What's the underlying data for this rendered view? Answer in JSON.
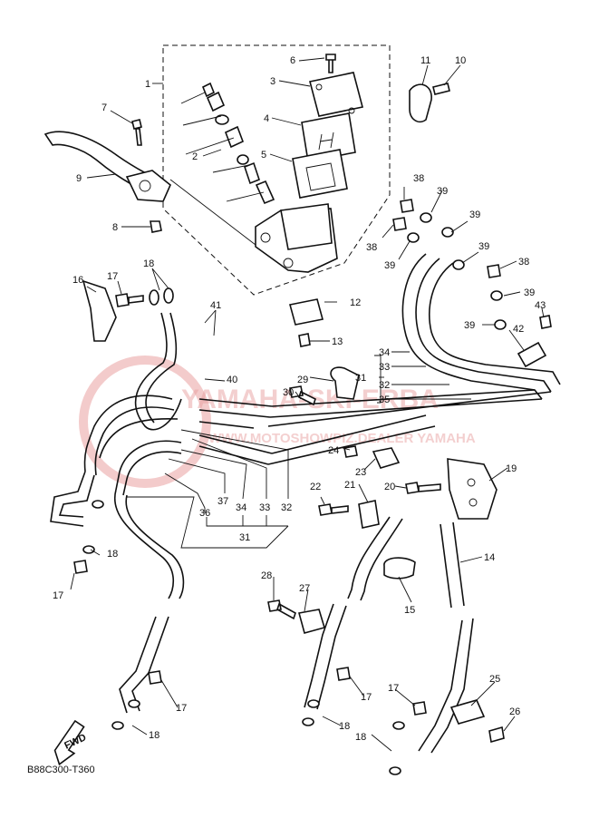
{
  "diagram": {
    "part_code": "B88C300-T360",
    "fwd_label": "FWD",
    "watermark": {
      "line1": "YAMAHA-SKI-ERBA",
      "line2": "WWW.MOTOSHOWPIZ.DEALER YAMAHA",
      "color": "#d93030"
    },
    "callouts": {
      "c1": "1",
      "c2": "2",
      "c3": "3",
      "c4": "4",
      "c5": "5",
      "c6": "6",
      "c7": "7",
      "c8": "8",
      "c9": "9",
      "c10": "10",
      "c11": "11",
      "c12": "12",
      "c13": "13",
      "c14": "14",
      "c15": "15",
      "c16": "16",
      "c17a": "17",
      "c17b": "17",
      "c17c": "17",
      "c17d": "17",
      "c17e": "17",
      "c18a": "18",
      "c18b": "18",
      "c18c": "18",
      "c18d": "18",
      "c18e": "18",
      "c19": "19",
      "c20": "20",
      "c21": "21",
      "c22": "22",
      "c23": "23",
      "c24": "24",
      "c25": "25",
      "c26": "26",
      "c27": "27",
      "c28": "28",
      "c29": "29",
      "c30": "30",
      "c31a": "31",
      "c31b": "31",
      "c32a": "32",
      "c32b": "32",
      "c33a": "33",
      "c33b": "33",
      "c34a": "34",
      "c34b": "34",
      "c35": "35",
      "c36": "36",
      "c37": "37",
      "c38a": "38",
      "c38b": "38",
      "c38c": "38",
      "c39a": "39",
      "c39b": "39",
      "c39c": "39",
      "c39d": "39",
      "c39e": "39",
      "c39f": "39",
      "c40": "40",
      "c41": "41",
      "c42": "42",
      "c43": "43"
    }
  }
}
